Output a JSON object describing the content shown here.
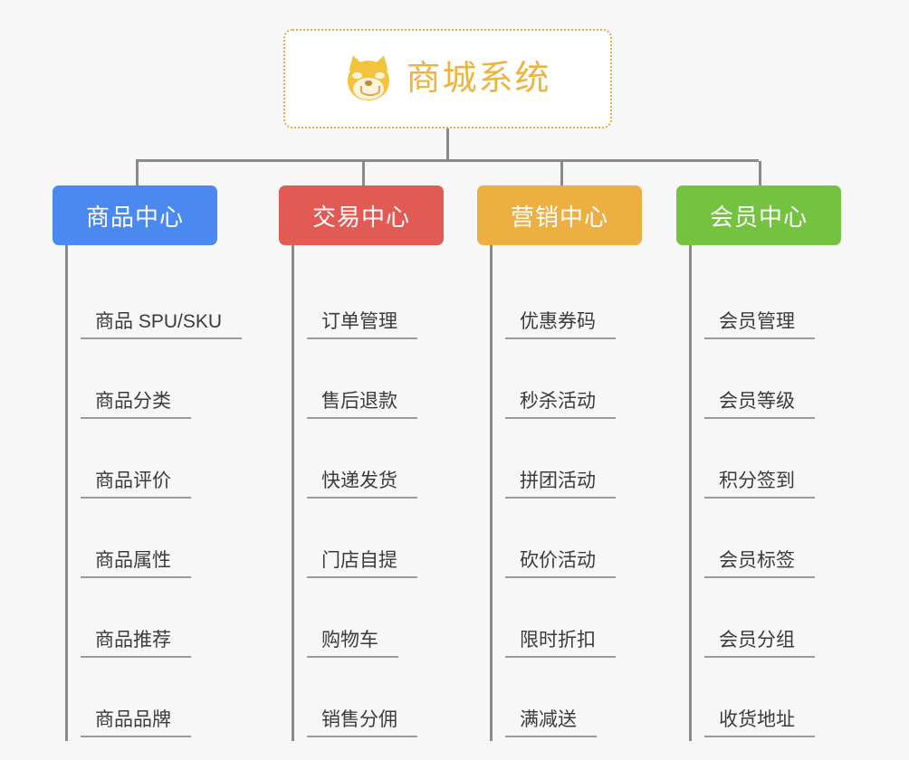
{
  "root": {
    "title": "商城系统",
    "icon": "shiba-dog-face-icon",
    "border_color": "#e8a93a",
    "text_color": "#edb33f"
  },
  "connector_color": "#8a8a8a",
  "background_color": "#f7f7f7",
  "leaf_text_color": "#3b3b3b",
  "leaf_rule_color": "#9a9a9a",
  "columns": [
    {
      "label": "商品中心",
      "color": "#4a89f0",
      "items": [
        "商品 SPU/SKU",
        "商品分类",
        "商品评价",
        "商品属性",
        "商品推荐",
        "商品品牌"
      ]
    },
    {
      "label": "交易中心",
      "color": "#e15b54",
      "items": [
        "订单管理",
        "售后退款",
        "快递发货",
        "门店自提",
        "购物车",
        "销售分佣"
      ]
    },
    {
      "label": "营销中心",
      "color": "#edae42",
      "items": [
        "优惠券码",
        "秒杀活动",
        "拼团活动",
        "砍价活动",
        "限时折扣",
        "满减送"
      ]
    },
    {
      "label": "会员中心",
      "color": "#73c341",
      "items": [
        "会员管理",
        "会员等级",
        "积分签到",
        "会员标签",
        "会员分组",
        "收货地址"
      ]
    }
  ]
}
